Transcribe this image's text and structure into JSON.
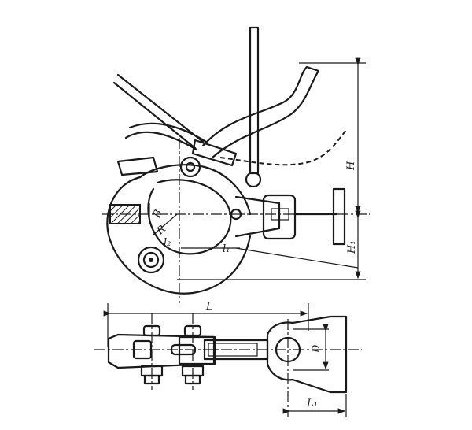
{
  "figure": {
    "type": "engineering drawing",
    "views": [
      "side view",
      "top view"
    ]
  },
  "side_view": {
    "labels": {
      "H": "H",
      "H1": "H₁",
      "B": "B",
      "R": "R",
      "l1": "l₁",
      "l2": "l₂"
    }
  },
  "top_view": {
    "labels": {
      "L": "L",
      "L1": "L₁",
      "D": "D"
    }
  }
}
